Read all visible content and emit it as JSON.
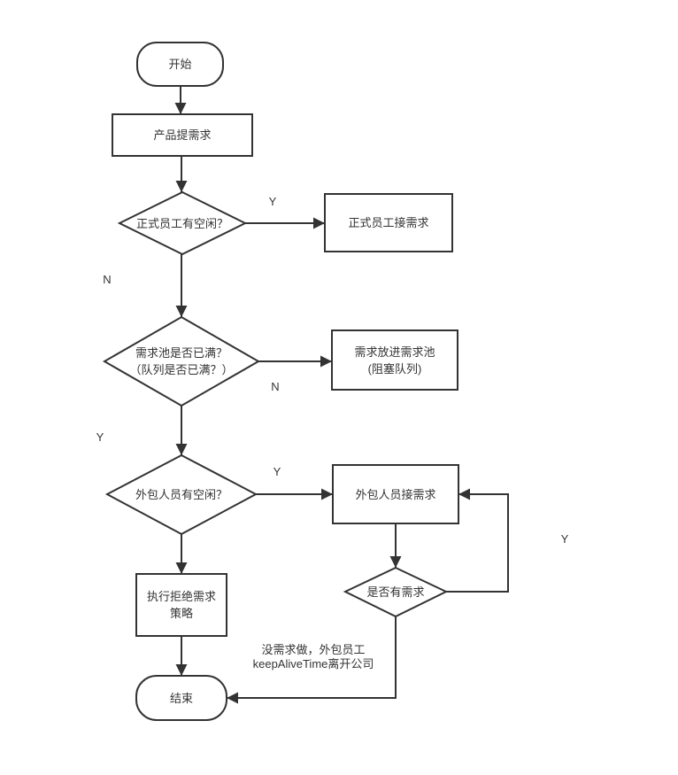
{
  "flowchart": {
    "nodes": {
      "start": {
        "label": "开始"
      },
      "product": {
        "label": "产品提需求"
      },
      "regular_free": {
        "label": "正式员工有空闲？"
      },
      "regular_take": {
        "label": "正式员工接需求"
      },
      "pool_full": {
        "lines": [
          "需求池是否已满？",
          "（队列是否已满？）"
        ]
      },
      "pool_put": {
        "lines": [
          "需求放进需求池",
          "(阻塞队列)"
        ]
      },
      "outsource_free": {
        "label": "外包人员有空闲？"
      },
      "outsource_take": {
        "label": "外包人员接需求"
      },
      "reject_policy": {
        "lines": [
          "执行拒绝需求",
          "策略"
        ]
      },
      "end": {
        "label": "结束"
      },
      "has_requirement": {
        "label": "是否有需求"
      }
    },
    "edge_labels": {
      "regular_free_yes": "Y",
      "regular_free_no": "N",
      "pool_full_no": "N",
      "pool_full_yes": "Y",
      "outsource_free_yes": "Y",
      "has_requirement_yes": "Y",
      "keepalive_note": {
        "lines": [
          "没需求做，外包员工",
          "keepAliveTime离开公司"
        ]
      }
    },
    "colors": {
      "stroke": "#333333",
      "text": "#333333",
      "background": "#ffffff"
    }
  }
}
